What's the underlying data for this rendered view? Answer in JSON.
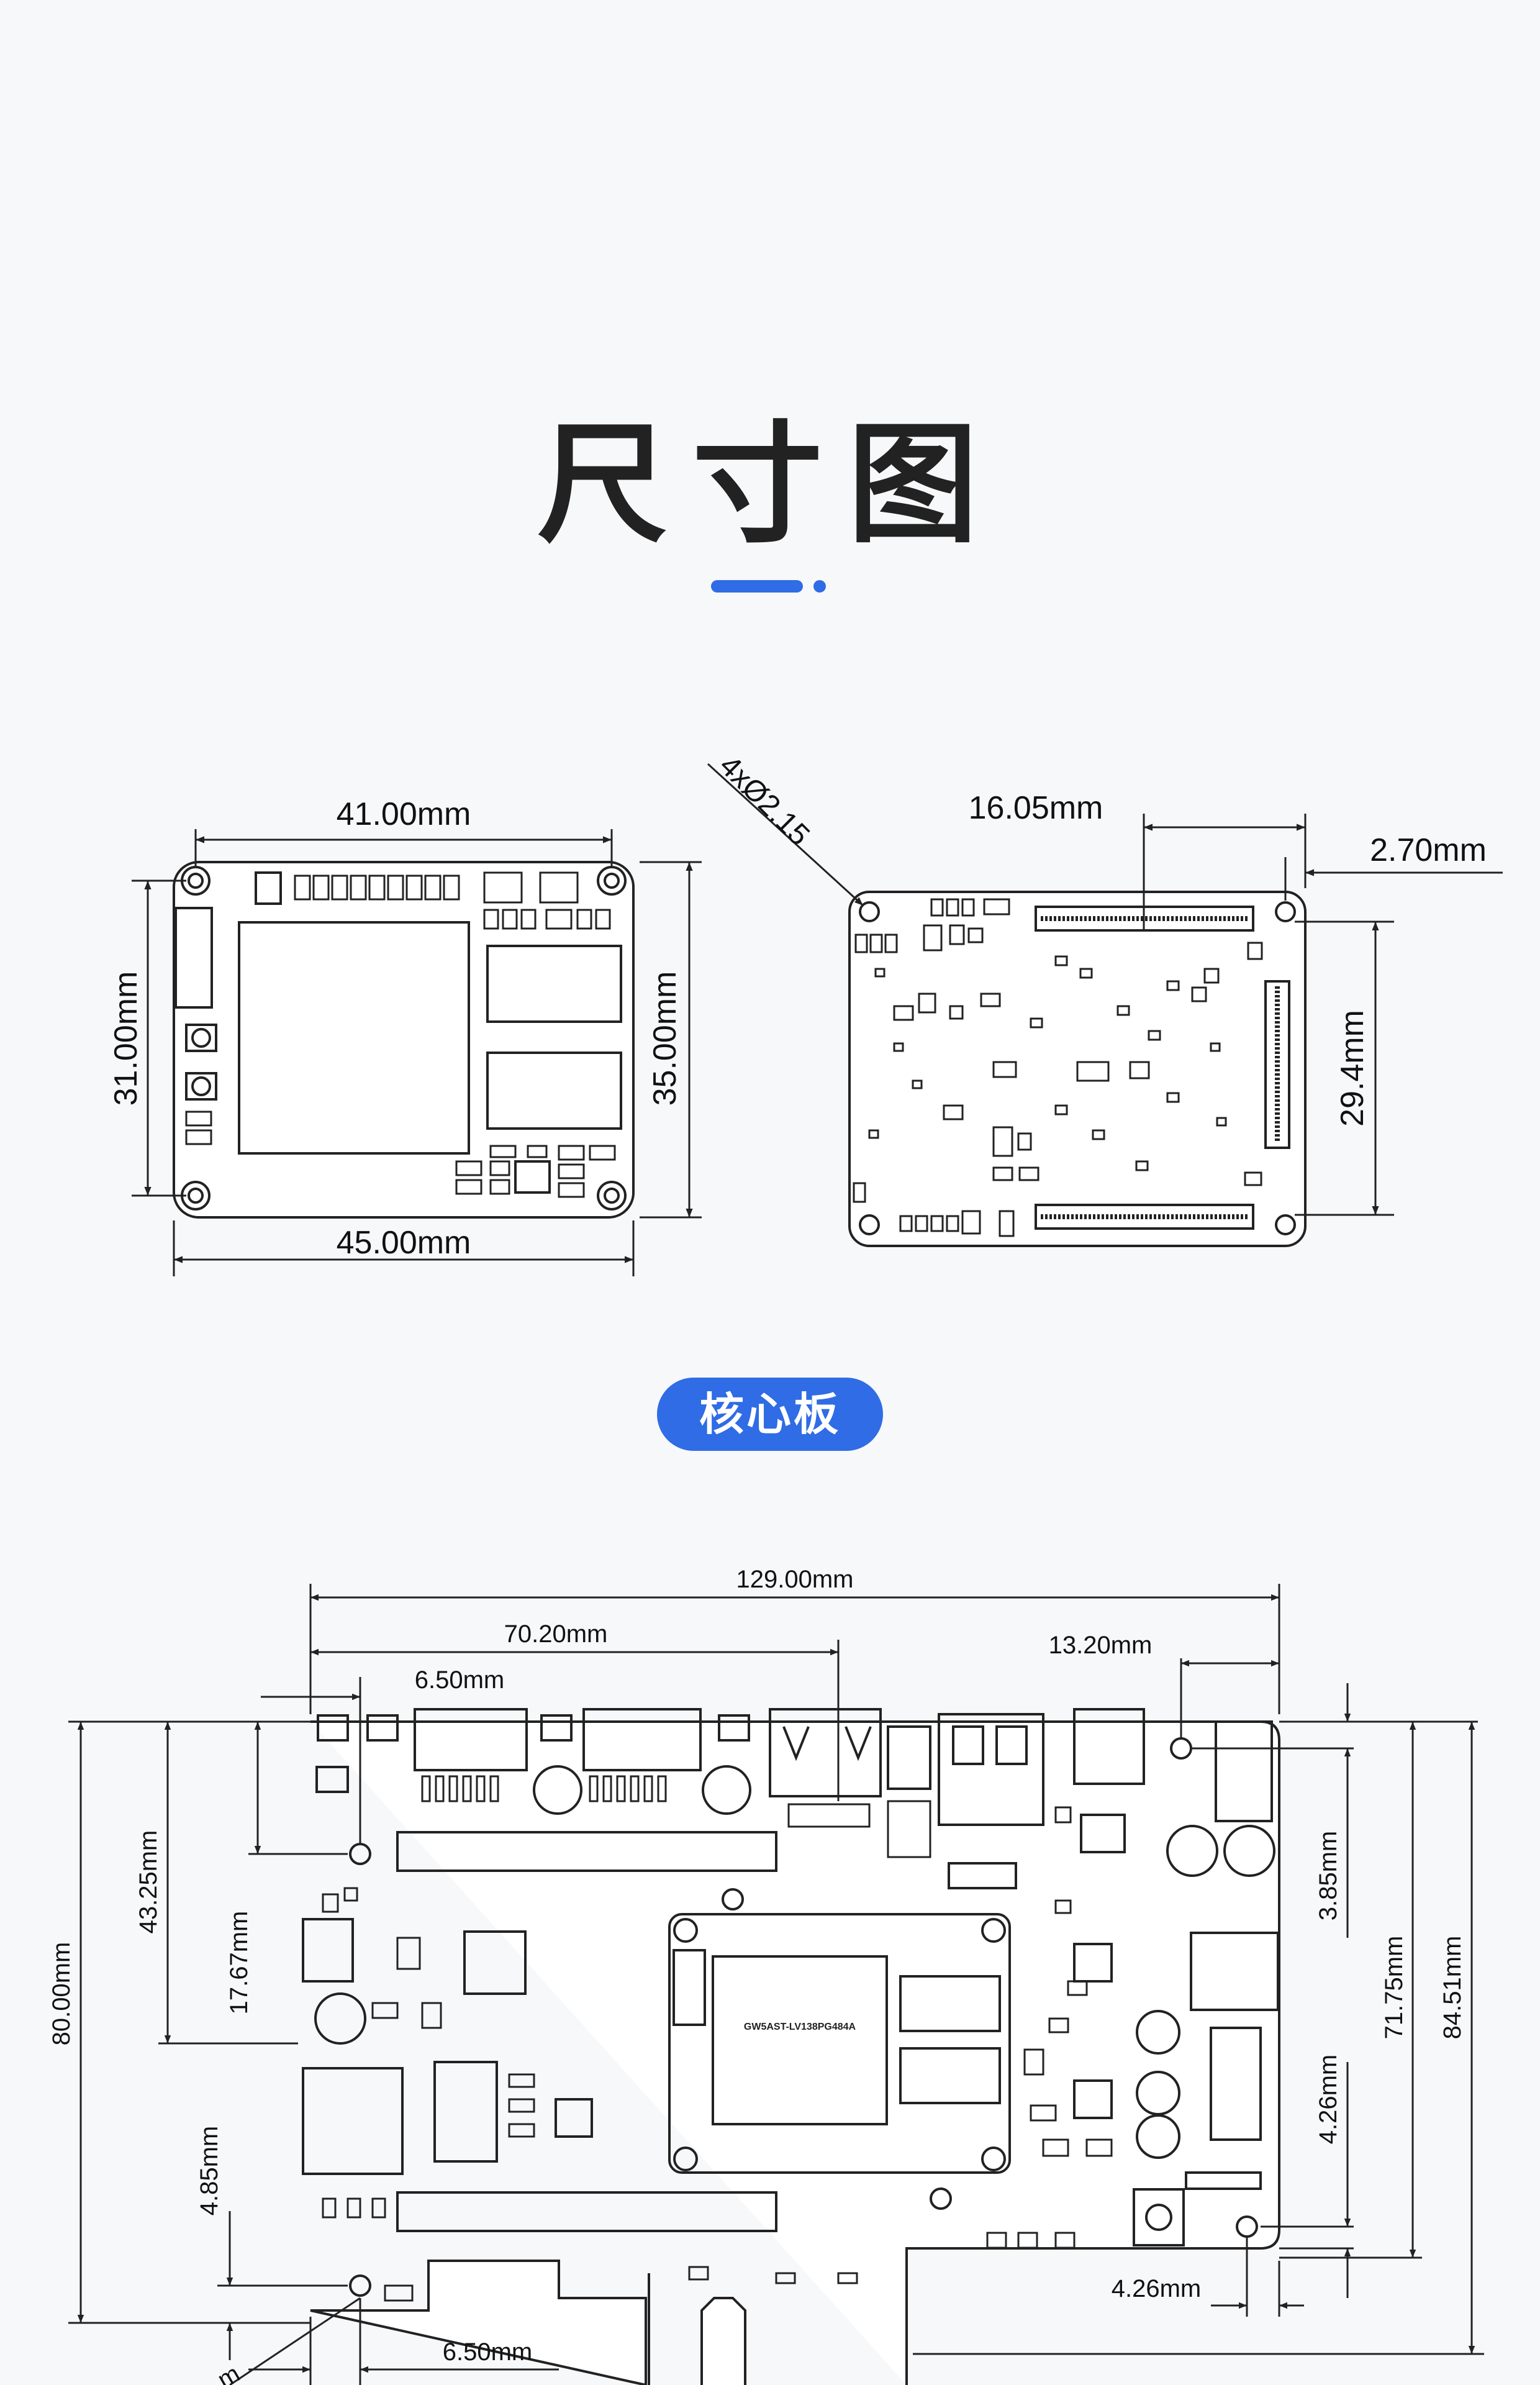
{
  "page_title": "尺寸图",
  "colors": {
    "accent": "#2f6ce5",
    "line": "#222222",
    "background": "#f7f8fa"
  },
  "core_board_badge": "核心板",
  "top_view": {
    "top_width": "41.00mm",
    "bottom_width": "45.00mm",
    "left_height": "31.00mm",
    "right_height": "35.00mm"
  },
  "bottom_view": {
    "hole_callout": "4xØ2.15",
    "top_offset": "16.05mm",
    "corner_offset": "2.70mm",
    "connector_height": "29.4mm"
  },
  "carrier_board": {
    "overall_width": "129.00mm",
    "core_offset": "70.20mm",
    "hole_offset_top": "6.50mm",
    "right_offset": "13.20mm",
    "right_top_height": "3.85mm",
    "right_low_height": "4.26mm",
    "right_mid_height": "71.75mm",
    "right_total_height": "84.51mm",
    "left_total_height": "80.00mm",
    "left_upper_height": "43.25mm",
    "left_hole_height": "17.67mm",
    "left_bottom_height": "4.85mm",
    "bottom_right_offset": "4.26mm",
    "bottom_hole_offset": "6.50mm",
    "partial_label": "m",
    "chip_marking": "GW5AST-LV138PG484A"
  }
}
